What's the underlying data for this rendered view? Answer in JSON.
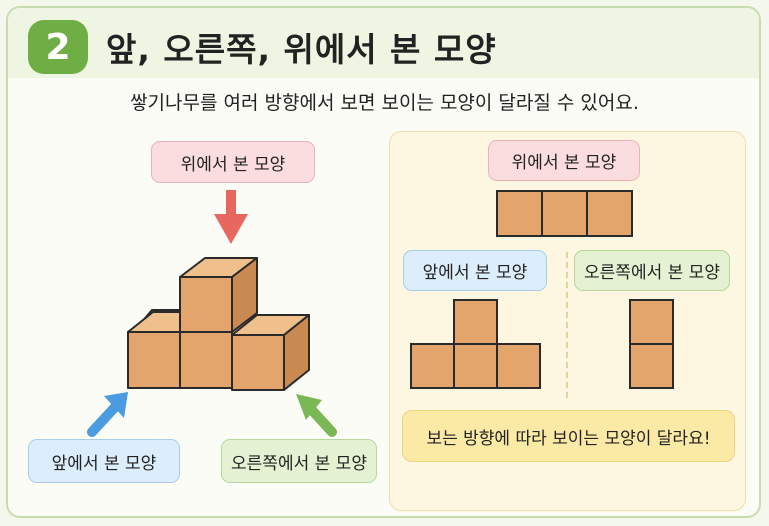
{
  "header": {
    "number": "2",
    "title": "앞, 오른쪽, 위에서 본 모양"
  },
  "subtitle": "쌓기나무를 여러 방향에서 보면 보이는 모양이 달라질 수 있어요.",
  "left": {
    "top_label": "위에서 본 모양",
    "front_label": "앞에서 본 모양",
    "right_label": "오른쪽에서 본 모양"
  },
  "right": {
    "top_label": "위에서 본 모양",
    "front_label": "앞에서 본 모양",
    "right_label": "오른쪽에서 본 모양",
    "note": "보는 방향에 따라 보이는 모양이 달라요!"
  },
  "colors": {
    "accent_green": "#6fae44",
    "cube_face": "#e3a56b",
    "cube_top": "#efc08c",
    "cube_side": "#c98a52",
    "arrow_red": "#e8685f",
    "arrow_blue": "#4a9be0",
    "arrow_green": "#79b854"
  }
}
